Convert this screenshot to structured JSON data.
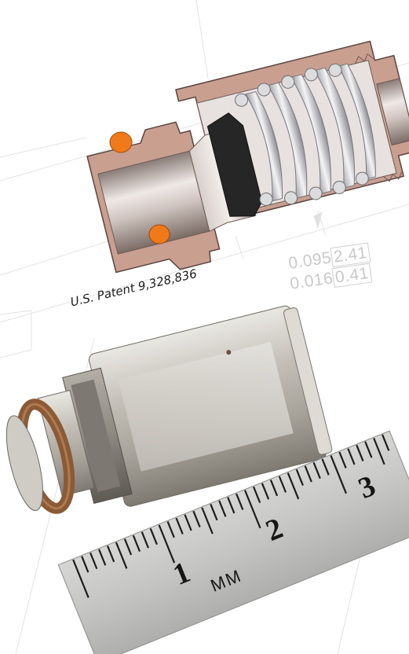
{
  "patent": {
    "text": "U.S. Patent 9,328,836"
  },
  "drawing_dimensions": {
    "inch_top": "0.095",
    "mm_top": "2.41",
    "inch_bottom": "0.016",
    "mm_bottom": "0.41"
  },
  "ruler": {
    "labels": [
      "1",
      "2",
      "3"
    ],
    "unit": "MM"
  },
  "colors": {
    "background": "#ffffff",
    "copper_section": "#c79f91",
    "oring_orange": "#f07a1a",
    "seal_black": "#262626",
    "steel_body": "#b9b5ad",
    "oring_brown": "#8b5a36",
    "ruler_steel": "#c8c9c6",
    "draft_lines": "#dedede"
  }
}
